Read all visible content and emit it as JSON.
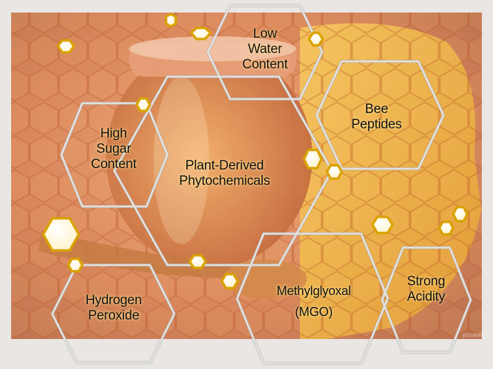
{
  "colors": {
    "background_warm": "#e4935f",
    "honey_gold": "#f2b43a",
    "hex_stroke": "#cfcfcf",
    "badge_fill": "#fff6da",
    "badge_ring": "#d9a200"
  },
  "hexagons": [
    {
      "id": "low-water",
      "lines": [
        "Low",
        "Water",
        "Content"
      ]
    },
    {
      "id": "bee-peptides",
      "lines": [
        "Bee",
        "Peptides"
      ]
    },
    {
      "id": "high-sugar",
      "lines": [
        "High",
        "Sugar",
        "Content"
      ]
    },
    {
      "id": "plant-derived",
      "lines": [
        "Plant-Derived",
        "Phytochemicals"
      ]
    },
    {
      "id": "hydrogen-peroxide",
      "lines": [
        "Hydrogen",
        "Peroxide"
      ]
    },
    {
      "id": "methylglyoxal",
      "lines": [
        "Methylglyoxal",
        "(MGO)"
      ]
    },
    {
      "id": "strong-acidity",
      "lines": [
        "Strong",
        "Acidity"
      ]
    }
  ],
  "watermark": "youwall"
}
